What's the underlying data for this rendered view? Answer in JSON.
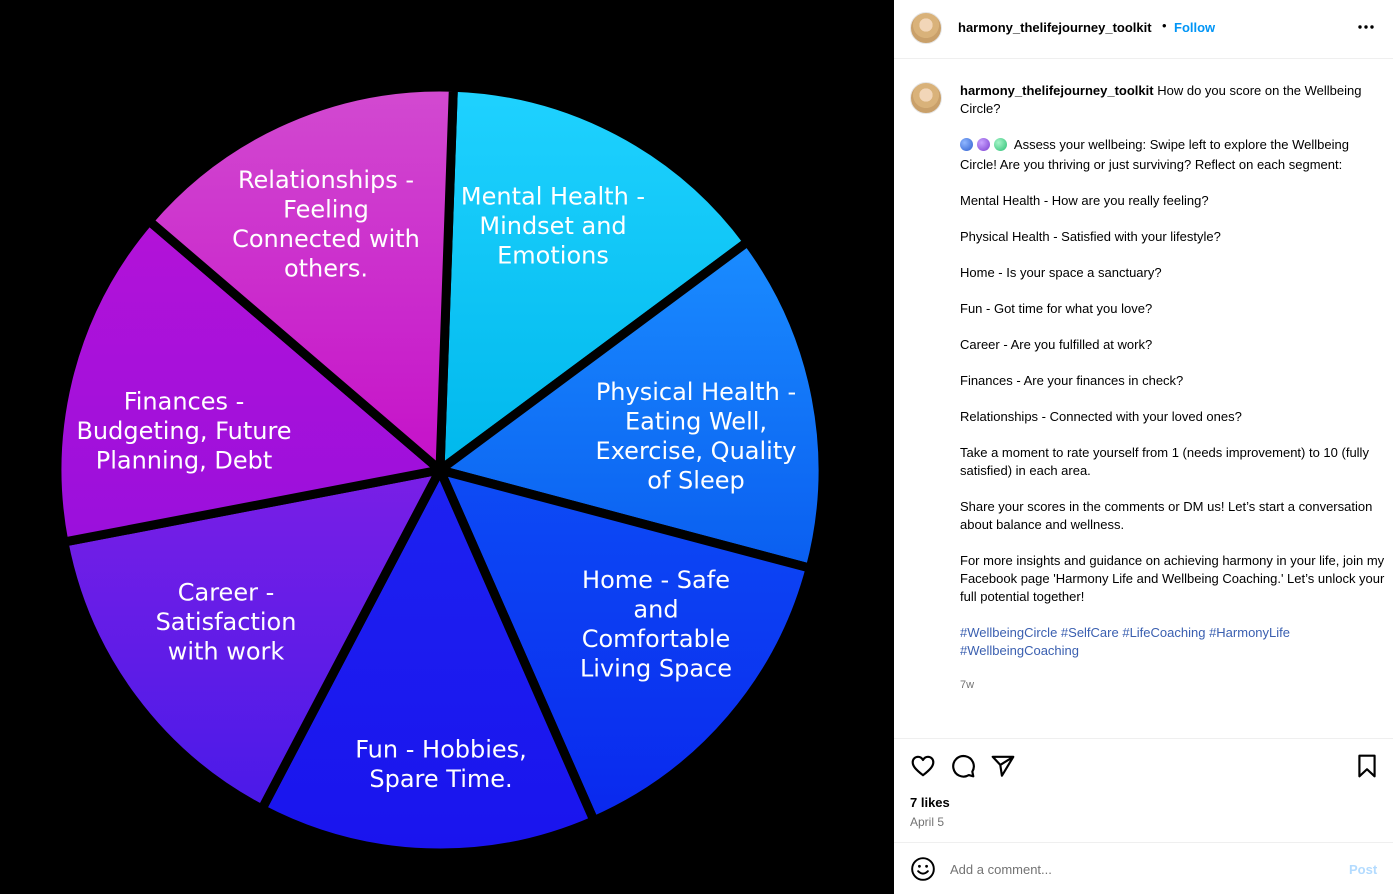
{
  "post": {
    "username": "harmony_thelifejourney_toolkit",
    "dot": "•",
    "follow_label": "Follow",
    "more_icon": "more-horizontal-icon",
    "caption": {
      "lead": "How do you score on the Wellbeing Circle?",
      "intro": "Assess your wellbeing: Swipe left to explore the Wellbeing Circle! Are you thriving or just surviving? Reflect on each segment:",
      "intro_dots": [
        "#3b6fd8",
        "#8a4fd6",
        "#3fcf8e"
      ],
      "lines": [
        "Mental Health - How are you really feeling?",
        "Physical Health - Satisfied with your lifestyle?",
        "Home - Is your space a sanctuary?",
        "Fun - Got time for what you love?",
        "Career - Are you fulfilled at work?",
        "Finances - Are your finances in check?",
        "Relationships - Connected with your loved ones?",
        "Take a moment to rate yourself from 1 (needs improvement) to 10 (fully satisfied) in each area.",
        "Share your scores in the comments or DM us! Let’s start a conversation about balance and wellness.",
        "For more insights and guidance on achieving harmony in your life, join my Facebook page 'Harmony Life and Wellbeing Coaching.' Let’s unlock your full potential together!"
      ],
      "hashtags": "#WellbeingCircle #SelfCare #LifeCoaching #HarmonyLife #WellbeingCoaching",
      "time_ago": "7w"
    },
    "likes": "7 likes",
    "date": "April 5",
    "comment_placeholder": "Add a comment...",
    "post_label": "Post",
    "icons": [
      "heart-icon",
      "comment-icon",
      "share-icon",
      "bookmark-icon",
      "emoji-icon"
    ]
  },
  "wheel": {
    "segments": [
      {
        "lines": [
          "Mental Health -",
          "Mindset and",
          "Emotions"
        ],
        "color_top": "#1fd2ff",
        "color_bottom": "#00b8ec"
      },
      {
        "lines": [
          "Physical Health -",
          "Eating Well,",
          "Exercise, Quality",
          "of Sleep"
        ],
        "color_top": "#1a8cff",
        "color_bottom": "#0a5ef0"
      },
      {
        "lines": [
          "Home - Safe",
          "and",
          "Comfortable",
          "Living Space"
        ],
        "color_top": "#0d4cf5",
        "color_bottom": "#0a28ee"
      },
      {
        "lines": [
          "Fun  - Hobbies,",
          "Spare Time."
        ],
        "color_top": "#1d22f0",
        "color_bottom": "#1a14ee"
      },
      {
        "lines": [
          "Career -",
          "Satisfaction",
          "with work"
        ],
        "color_top": "#7a1fe6",
        "color_bottom": "#4a1ae8"
      },
      {
        "lines": [
          "Finances -",
          "Budgeting, Future",
          "Planning, Debt"
        ],
        "color_top": "#b312d8",
        "color_bottom": "#9a10dc"
      },
      {
        "lines": [
          "Relationships -",
          "Feeling",
          "Connected with",
          "others."
        ],
        "color_top": "#d24ad0",
        "color_bottom": "#c511c9"
      }
    ]
  }
}
